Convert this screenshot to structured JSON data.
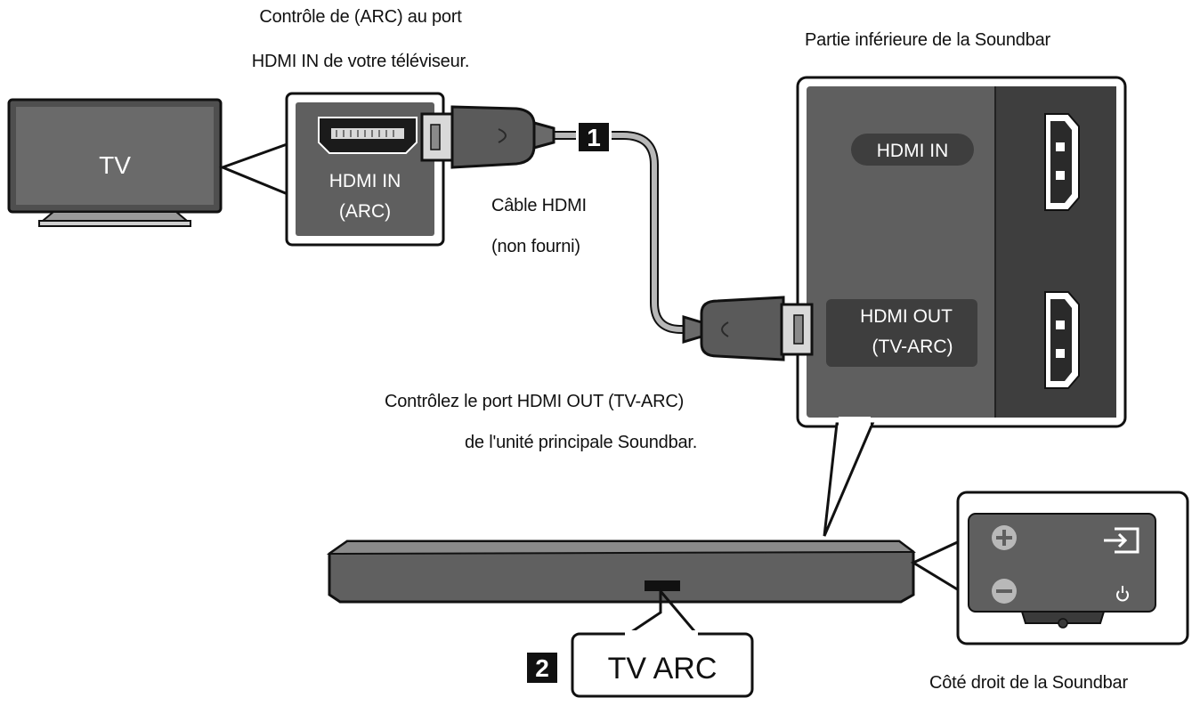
{
  "labels": {
    "tv_port_title_line1": "Contrôle de (ARC) au port",
    "tv_port_title_line2": "HDMI IN de votre téléviseur.",
    "soundbar_bottom_title": "Partie inférieure de la Soundbar",
    "cable_line1": "Câble HDMI",
    "cable_line2": "(non fourni)",
    "main_unit_line1": "Contrôlez le port HDMI OUT (TV-ARC)",
    "main_unit_line2": "de l'unité principale Soundbar.",
    "soundbar_right_title": "Côté droit de la Soundbar"
  },
  "tv": {
    "label": "TV"
  },
  "tv_port": {
    "line1": "HDMI IN",
    "line2": "(ARC)"
  },
  "steps": {
    "step1": "1",
    "step2": "2"
  },
  "soundbar_ports": {
    "hdmi_in": "HDMI IN",
    "hdmi_out_line1": "HDMI OUT",
    "hdmi_out_line2": "(TV-ARC)"
  },
  "display": {
    "text": "TV ARC"
  },
  "side_buttons": [
    {
      "name": "volume-up",
      "icon": "plus-icon"
    },
    {
      "name": "input-source",
      "icon": "input-source-icon"
    },
    {
      "name": "volume-down",
      "icon": "minus-icon"
    },
    {
      "name": "power",
      "icon": "power-icon"
    }
  ],
  "colors": {
    "device_gray": "#5f5f5f",
    "panel_dark": "#3e3e3e",
    "cable_gray": "#b8b8b8",
    "outline": "#111111"
  }
}
